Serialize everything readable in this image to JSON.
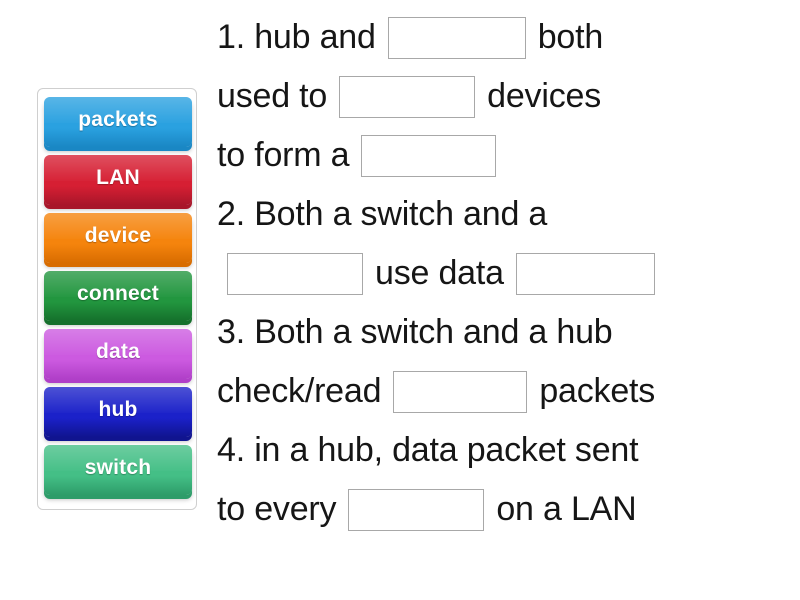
{
  "activity": {
    "type": "fill-in-the-blanks-drag-and-drop"
  },
  "word_bank": {
    "name": "word-bank",
    "tiles": [
      {
        "label": "packets",
        "color": "#2aa1e0",
        "color_dark": "#1a87c4"
      },
      {
        "label": "LAN",
        "color": "#d61f33",
        "color_dark": "#a8162a"
      },
      {
        "label": "device",
        "color": "#f5840d",
        "color_dark": "#d86c00"
      },
      {
        "label": "connect",
        "color": "#22963f",
        "color_dark": "#15702c"
      },
      {
        "label": "data",
        "color": "#cc5ae0",
        "color_dark": "#b03fc8"
      },
      {
        "label": "hub",
        "color": "#1b21c9",
        "color_dark": "#10148f"
      },
      {
        "label": "switch",
        "color": "#44bf86",
        "color_dark": "#2d9c69"
      }
    ]
  },
  "questions": {
    "lines": [
      {
        "id": "q1-line1",
        "parts": [
          {
            "kind": "text",
            "value": "1. hub and"
          },
          {
            "kind": "blank",
            "width": 138,
            "name": "blank-1"
          },
          {
            "kind": "text",
            "value": "both"
          }
        ]
      },
      {
        "id": "q1-line2",
        "parts": [
          {
            "kind": "text",
            "value": "used to"
          },
          {
            "kind": "blank",
            "width": 136,
            "name": "blank-2"
          },
          {
            "kind": "text",
            "value": "devices"
          }
        ]
      },
      {
        "id": "q1-line3",
        "parts": [
          {
            "kind": "text",
            "value": "to form a"
          },
          {
            "kind": "blank",
            "width": 135,
            "name": "blank-3"
          }
        ]
      },
      {
        "id": "q2-line1",
        "parts": [
          {
            "kind": "text",
            "value": "2. Both a switch and a"
          }
        ]
      },
      {
        "id": "q2-line2",
        "parts": [
          {
            "kind": "gap",
            "width": 10
          },
          {
            "kind": "blank",
            "width": 136,
            "name": "blank-4"
          },
          {
            "kind": "text",
            "value": "use data"
          },
          {
            "kind": "blank",
            "width": 139,
            "name": "blank-5"
          }
        ]
      },
      {
        "id": "q3-line1",
        "parts": [
          {
            "kind": "text",
            "value": "3. Both a switch and a hub"
          }
        ]
      },
      {
        "id": "q3-line2",
        "parts": [
          {
            "kind": "text",
            "value": "check/read"
          },
          {
            "kind": "blank",
            "width": 134,
            "name": "blank-6"
          },
          {
            "kind": "text",
            "value": "packets"
          }
        ]
      },
      {
        "id": "q4-line1",
        "parts": [
          {
            "kind": "text",
            "value": "4. in a hub, data packet sent"
          }
        ]
      },
      {
        "id": "q4-line2",
        "parts": [
          {
            "kind": "text",
            "value": "to every"
          },
          {
            "kind": "blank",
            "width": 136,
            "name": "blank-7"
          },
          {
            "kind": "text",
            "value": "on a LAN"
          }
        ]
      }
    ]
  }
}
